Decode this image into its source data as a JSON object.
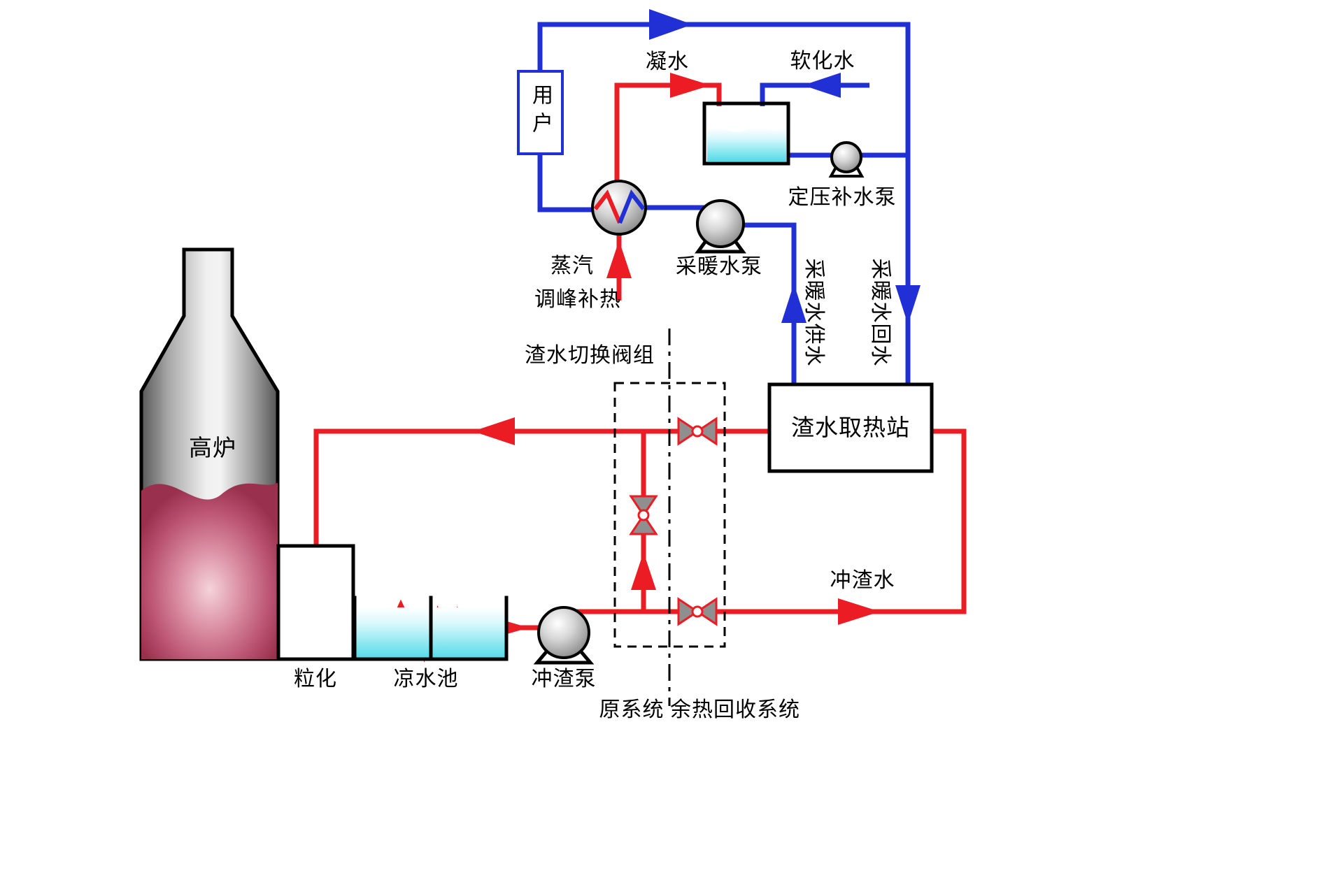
{
  "diagram": {
    "type": "process-flow",
    "labels": {
      "user": "用户",
      "condensate": "凝水",
      "softened_water": "软化水",
      "pressure_makeup_pump": "定压补水泵",
      "heating_water_pump": "采暖水泵",
      "steam": "蒸汽",
      "peak_supplementary_heat": "调峰补热",
      "heating_supply_water": "采暖水供水",
      "heating_return_water": "采暖水回水",
      "slag_water_valve_group": "渣水切换阀组",
      "slag_water_heat_station": "渣水取热站",
      "slag_flushing_water": "冲渣水",
      "blast_furnace": "高炉",
      "granulation": "粒化",
      "cooling_pool": "凉水池",
      "slag_flushing_pump": "冲渣泵",
      "original_system": "原系统",
      "heat_recovery_system": "余热回收系统"
    },
    "colors": {
      "hot_pipe": "#ec1c24",
      "cold_pipe": "#2130d4",
      "outline": "#000000",
      "water": "#52dbe8",
      "molten_slag": "#b34a66",
      "equipment_gray": "#c9c9c9"
    }
  }
}
